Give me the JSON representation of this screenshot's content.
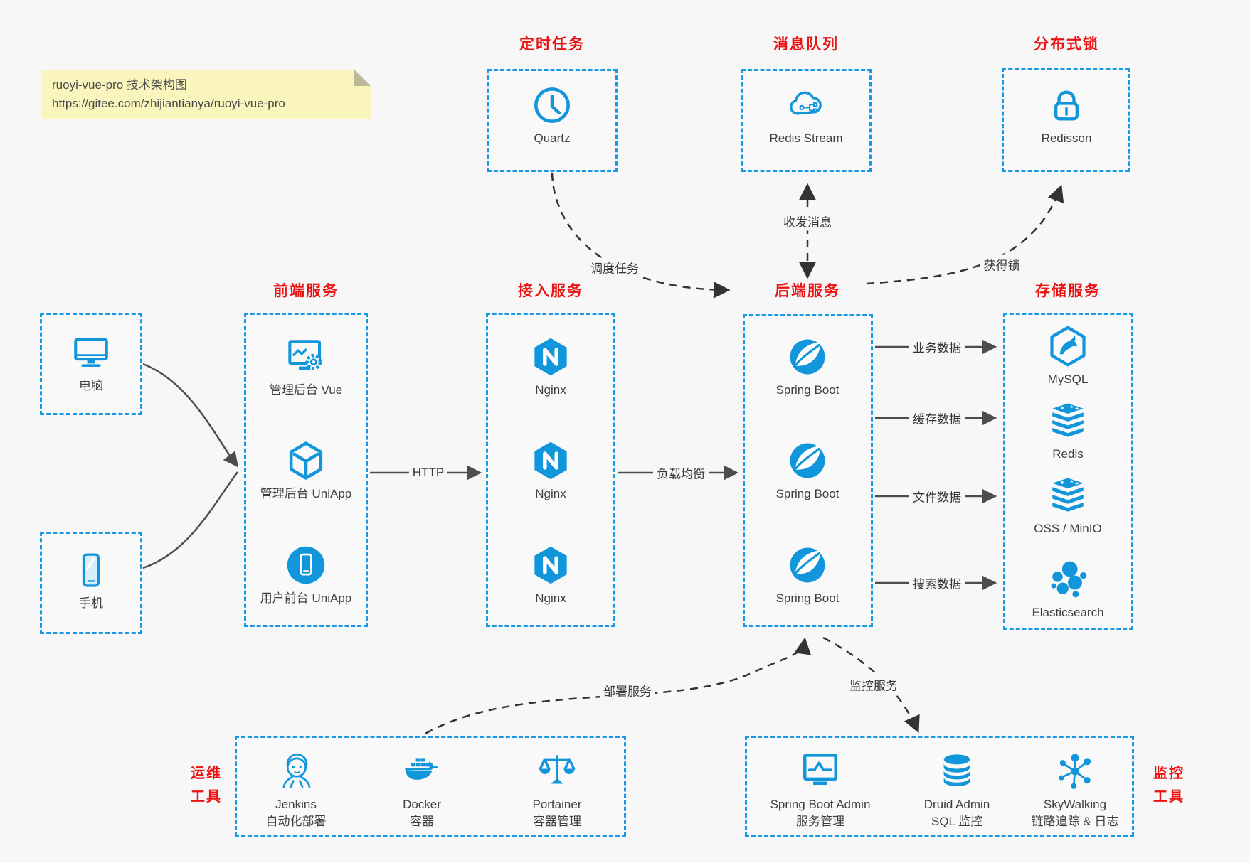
{
  "colors": {
    "icon_blue": "#1296db",
    "border_blue": "#1598e6",
    "title_red": "#ed1212",
    "solid_line": "#4d4d4d",
    "dashed_line": "#333333",
    "text": "#3e3e3e",
    "background": "#f7f7f7",
    "note_background": "#faf5bd"
  },
  "note": {
    "line1": "ruoyi-vue-pro 技术架构图",
    "line2": "https://gitee.com/zhijiantianya/ruoyi-vue-pro"
  },
  "sections": {
    "scheduled": {
      "title": "定时任务",
      "items": [
        {
          "label": "Quartz",
          "icon": "clock-icon"
        }
      ]
    },
    "mq": {
      "title": "消息队列",
      "items": [
        {
          "label": "Redis Stream",
          "icon": "message-cloud-icon"
        }
      ]
    },
    "lock": {
      "title": "分布式锁",
      "items": [
        {
          "label": "Redisson",
          "icon": "lock-icon"
        }
      ]
    },
    "clients": {
      "items": [
        {
          "label": "电脑",
          "icon": "desktop-icon"
        },
        {
          "label": "手机",
          "icon": "phone-icon"
        }
      ]
    },
    "frontend": {
      "title": "前端服务",
      "items": [
        {
          "label": "管理后台 Vue",
          "icon": "admin-vue-icon"
        },
        {
          "label": "管理后台 UniApp",
          "icon": "uniapp-cube-icon"
        },
        {
          "label": "用户前台 UniApp",
          "icon": "user-app-icon"
        }
      ]
    },
    "gateway": {
      "title": "接入服务",
      "items": [
        {
          "label": "Nginx",
          "icon": "nginx-icon"
        },
        {
          "label": "Nginx",
          "icon": "nginx-icon"
        },
        {
          "label": "Nginx",
          "icon": "nginx-icon"
        }
      ]
    },
    "backend": {
      "title": "后端服务",
      "items": [
        {
          "label": "Spring Boot",
          "icon": "spring-boot-icon"
        },
        {
          "label": "Spring Boot",
          "icon": "spring-boot-icon"
        },
        {
          "label": "Spring Boot",
          "icon": "spring-boot-icon"
        }
      ]
    },
    "storage": {
      "title": "存储服务",
      "items": [
        {
          "label": "MySQL",
          "icon": "mysql-icon"
        },
        {
          "label": "Redis",
          "icon": "redis-icon"
        },
        {
          "label": "OSS / MinIO",
          "icon": "oss-minio-icon"
        },
        {
          "label": "Elasticsearch",
          "icon": "elasticsearch-icon"
        }
      ]
    },
    "ops": {
      "side": [
        "运维",
        "工具"
      ],
      "items": [
        {
          "label": "Jenkins",
          "sublabel": "自动化部署",
          "icon": "jenkins-icon"
        },
        {
          "label": "Docker",
          "sublabel": "容器",
          "icon": "docker-icon"
        },
        {
          "label": "Portainer",
          "sublabel": "容器管理",
          "icon": "portainer-icon"
        }
      ]
    },
    "monitoring": {
      "side": [
        "监控",
        "工具"
      ],
      "items": [
        {
          "label": "Spring Boot Admin",
          "sublabel": "服务管理",
          "icon": "spring-boot-admin-icon"
        },
        {
          "label": "Druid Admin",
          "sublabel": "SQL 监控",
          "icon": "druid-icon"
        },
        {
          "label": "SkyWalking",
          "sublabel": "链路追踪 & 日志",
          "icon": "skywalking-icon"
        }
      ]
    }
  },
  "edges": {
    "http": "HTTP",
    "lb": "负载均衡",
    "biz": "业务数据",
    "cache": "缓存数据",
    "file": "文件数据",
    "search": "搜索数据",
    "schedule": "调度任务",
    "message": "收发消息",
    "lock": "获得锁",
    "deploy": "部署服务",
    "monitor": "监控服务"
  }
}
